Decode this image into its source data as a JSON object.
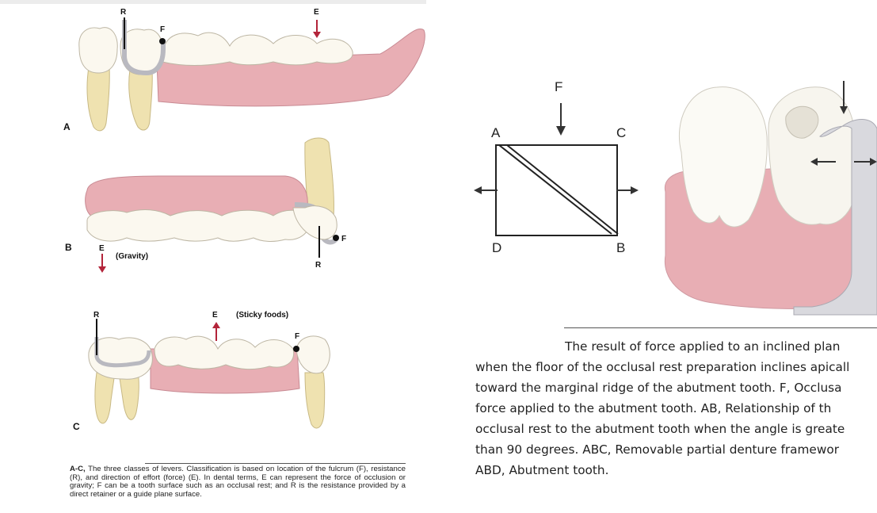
{
  "left_figure": {
    "panels": {
      "a": {
        "panel_label": "A",
        "resistance_label": "R",
        "fulcrum_label": "F",
        "effort_label": "E"
      },
      "b": {
        "panel_label": "B",
        "resistance_label": "R",
        "fulcrum_label": "F",
        "effort_label": "E",
        "effort_note": "(Gravity)"
      },
      "c": {
        "panel_label": "C",
        "resistance_label": "R",
        "fulcrum_label": "F",
        "effort_label": "E",
        "effort_note": "(Sticky foods)"
      }
    },
    "caption": {
      "lead": "A-C,",
      "text": " The three classes of levers. Classification is based on location of the fulcrum (F), resistance (R), and direction of effort (force) (E). In dental terms, E can represent the force of occlusion or gravity; F can be a tooth surface such as an occlusal rest; and R is the resistance provided by a direct retainer or a guide plane surface."
    }
  },
  "right_figure": {
    "diagram": {
      "force_label": "F",
      "corner_a": "A",
      "corner_b": "B",
      "corner_c": "C",
      "corner_d": "D"
    },
    "caption": {
      "line1": "The result of force applied to an inclined plan",
      "line2": "when the floor of the occlusal rest preparation inclines apicall",
      "line3": "toward the marginal ridge of the abutment tooth. F, Occlusa",
      "line4": "force applied to the abutment tooth. AB, Relationship of th",
      "line5": "occlusal rest to the abutment tooth when the angle is greate",
      "line6": "than 90 degrees. ABC, Removable partial denture framewor",
      "line7": "ABD, Abutment tooth."
    }
  },
  "colors": {
    "gum": "#e8aeb4",
    "tooth": "#fbf8ef",
    "root": "#efe2b0",
    "arrow_red": "#b3243a",
    "metal": "#d9d9de"
  }
}
